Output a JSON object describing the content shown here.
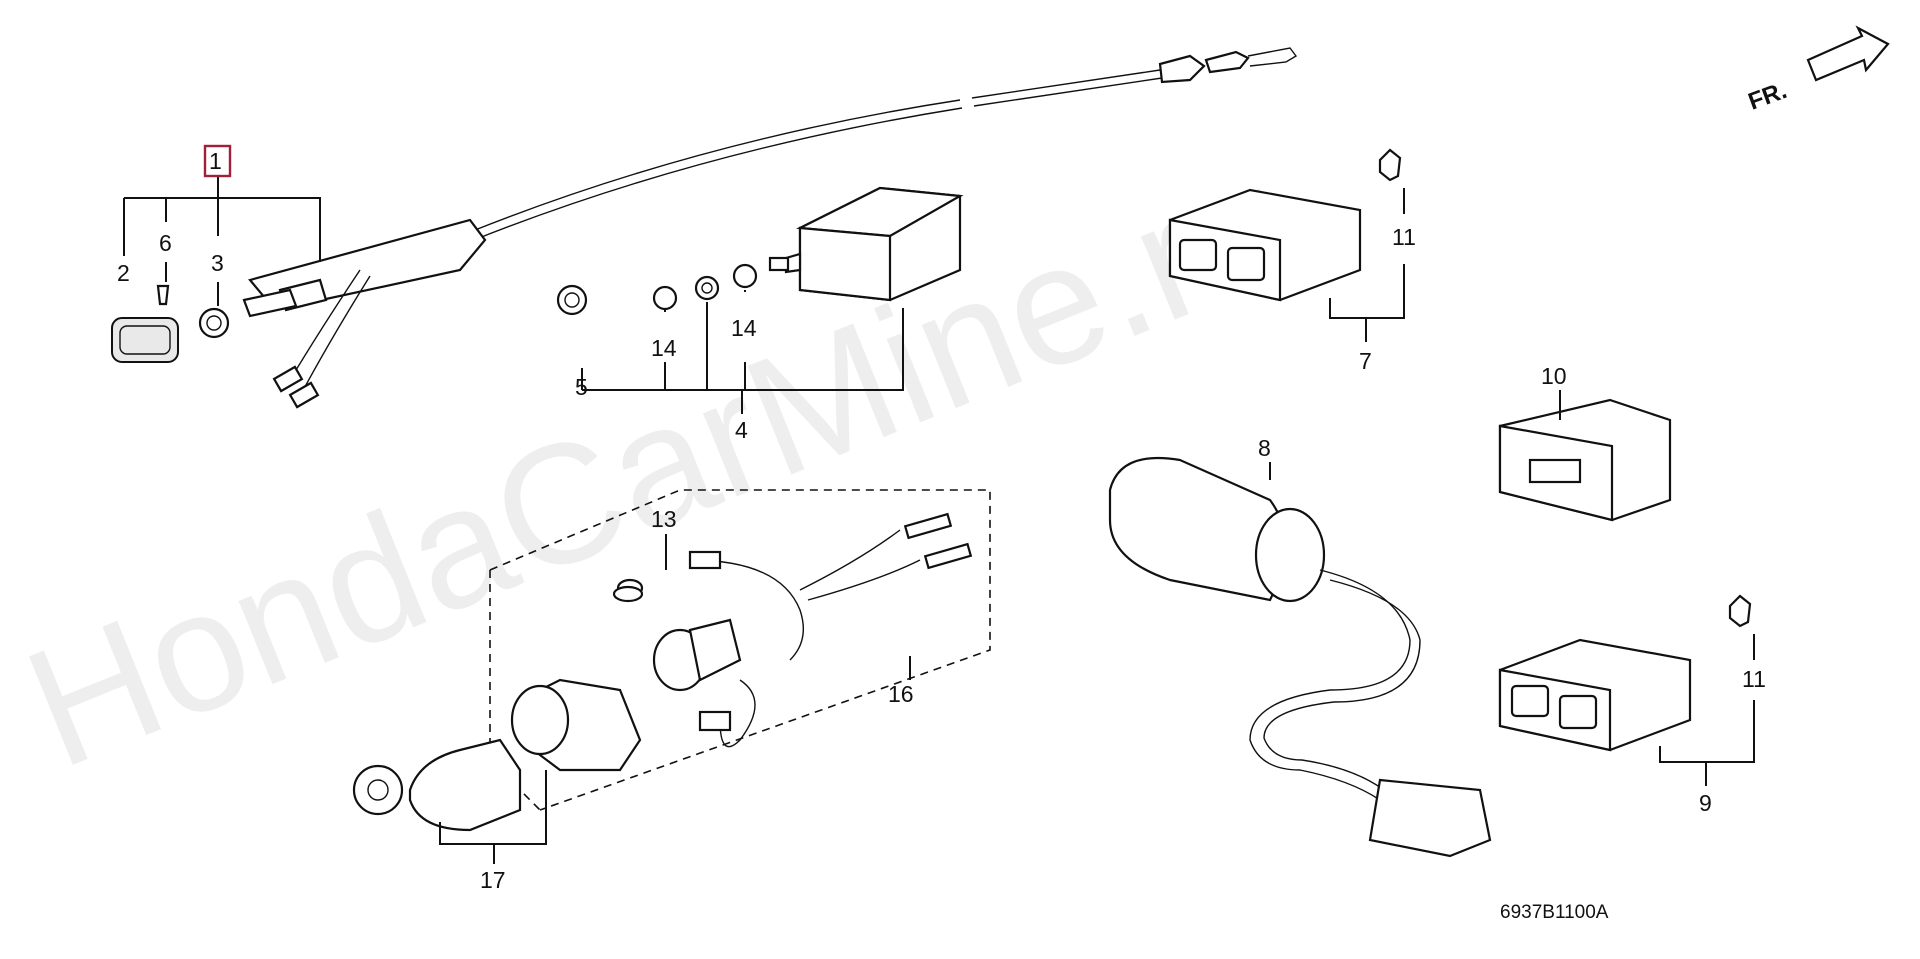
{
  "diagram": {
    "watermark": "HondaCarMine.ru",
    "direction_label": "FR.",
    "diagram_code": "6937B1100A",
    "callouts": [
      {
        "id": "c1",
        "label": "1",
        "highlighted": true
      },
      {
        "id": "c2",
        "label": "2"
      },
      {
        "id": "c6",
        "label": "6"
      },
      {
        "id": "c3",
        "label": "3"
      },
      {
        "id": "c5",
        "label": "5"
      },
      {
        "id": "c14a",
        "label": "14"
      },
      {
        "id": "c14b",
        "label": "14"
      },
      {
        "id": "c4",
        "label": "4"
      },
      {
        "id": "c11a",
        "label": "11"
      },
      {
        "id": "c7",
        "label": "7"
      },
      {
        "id": "c10",
        "label": "10"
      },
      {
        "id": "c8",
        "label": "8"
      },
      {
        "id": "c13",
        "label": "13"
      },
      {
        "id": "c16",
        "label": "16"
      },
      {
        "id": "c17",
        "label": "17"
      },
      {
        "id": "c11b",
        "label": "11"
      },
      {
        "id": "c9",
        "label": "9"
      }
    ],
    "colors": {
      "highlight": "#a0203a",
      "ink": "#111111",
      "watermark": "#cfcfcf"
    }
  }
}
